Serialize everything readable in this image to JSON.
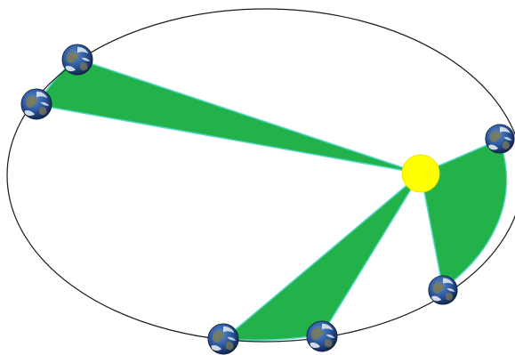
{
  "diagram": {
    "subject": "orbit-equal-areas",
    "orbit_count": 1,
    "planet_positions": 6,
    "swept_sectors": 3,
    "colors": {
      "background": "#ffffff",
      "orbit": "#1a1a1a",
      "sector_fill": "#23b24a",
      "sector_edge": "#55d8c8",
      "sun": "#ffff00",
      "sun_edge": "#f2e600",
      "ocean_dark": "#0f2a5c",
      "ocean_light": "#3f74b8",
      "land": "#7b7a55",
      "cloud": "#f4f6f8"
    },
    "icons": {
      "sun": "sun-icon",
      "planet": "earth-icon"
    }
  }
}
